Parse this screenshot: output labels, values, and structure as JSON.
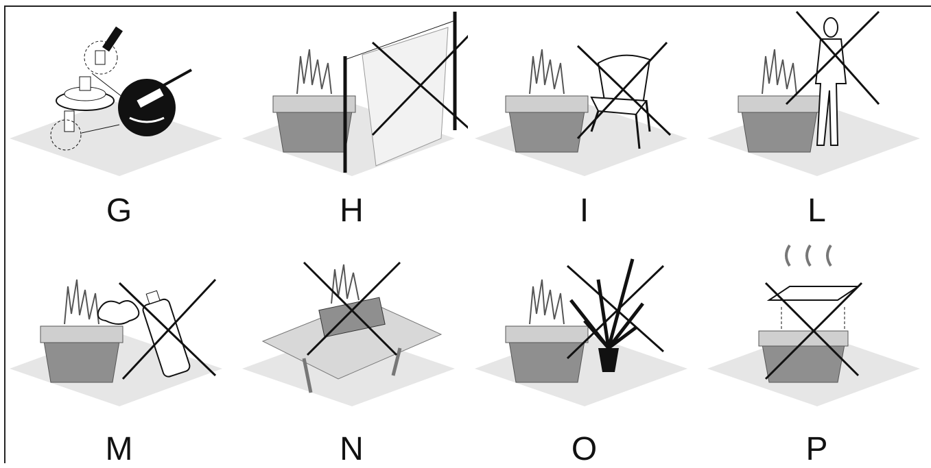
{
  "figure": {
    "panels": [
      {
        "letter": "G",
        "subject": "regulator-leak-test"
      },
      {
        "letter": "H",
        "subject": "curtain-drape"
      },
      {
        "letter": "I",
        "subject": "plastic-chair"
      },
      {
        "letter": "L",
        "subject": "standing-person"
      },
      {
        "letter": "M",
        "subject": "aerosol-spray-can"
      },
      {
        "letter": "N",
        "subject": "picnic-table"
      },
      {
        "letter": "O",
        "subject": "potted-palm"
      },
      {
        "letter": "P",
        "subject": "covered-fireplace"
      }
    ],
    "colors": {
      "ground": "#e6e6e6",
      "stone": "#8f8f8f",
      "stone_top": "#cfcfcf",
      "ink": "#111111",
      "cross": "#111111"
    }
  }
}
